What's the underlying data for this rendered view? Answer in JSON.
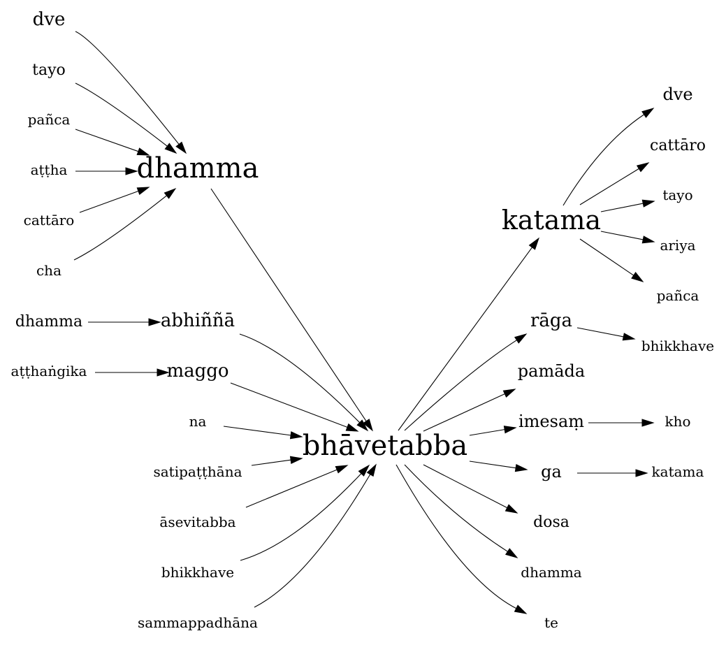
{
  "nodes": {
    "dve_l": "dve",
    "tayo_l": "tayo",
    "panca_l": "pañca",
    "attha": "aṭṭha",
    "cattaro_l": "cattāro",
    "cha": "cha",
    "dhamma_top": "dhamma",
    "dhamma_l": "dhamma",
    "abhinna": "abhiññā",
    "atthangika": "aṭṭhaṅgika",
    "maggo": "maggo",
    "na": "na",
    "satipatthana": "satipaṭṭhāna",
    "asevitabba": "āsevitabba",
    "bhikkhave_l": "bhikkhave",
    "sammappadhana": "sammappadhāna",
    "bhavetabba": "bhāvetabba",
    "katama_r": "katama",
    "dve_r": "dve",
    "cattaro_r": "cattāro",
    "tayo_r": "tayo",
    "ariya": "ariya",
    "panca_r": "pañca",
    "raga": "rāga",
    "bhikkhave_r": "bhikkhave",
    "pamada": "pamāda",
    "imesam": "imesaṃ",
    "kho": "kho",
    "ga": "ga",
    "katama_far": "katama",
    "dosa": "dosa",
    "dhamma_br": "dhamma",
    "te": "te"
  },
  "edges": [
    [
      "dve_l",
      "dhamma_top"
    ],
    [
      "tayo_l",
      "dhamma_top"
    ],
    [
      "panca_l",
      "dhamma_top"
    ],
    [
      "attha",
      "dhamma_top"
    ],
    [
      "cattaro_l",
      "dhamma_top"
    ],
    [
      "cha",
      "dhamma_top"
    ],
    [
      "dhamma_top",
      "bhavetabba"
    ],
    [
      "dhamma_l",
      "abhinna"
    ],
    [
      "atthangika",
      "maggo"
    ],
    [
      "abhinna",
      "bhavetabba"
    ],
    [
      "maggo",
      "bhavetabba"
    ],
    [
      "na",
      "bhavetabba"
    ],
    [
      "satipatthana",
      "bhavetabba"
    ],
    [
      "asevitabba",
      "bhavetabba"
    ],
    [
      "bhikkhave_l",
      "bhavetabba"
    ],
    [
      "sammappadhana",
      "bhavetabba"
    ],
    [
      "bhavetabba",
      "katama_r"
    ],
    [
      "katama_r",
      "dve_r"
    ],
    [
      "katama_r",
      "cattaro_r"
    ],
    [
      "katama_r",
      "tayo_r"
    ],
    [
      "katama_r",
      "ariya"
    ],
    [
      "katama_r",
      "panca_r"
    ],
    [
      "bhavetabba",
      "raga"
    ],
    [
      "raga",
      "bhikkhave_r"
    ],
    [
      "bhavetabba",
      "pamada"
    ],
    [
      "bhavetabba",
      "imesam"
    ],
    [
      "imesam",
      "kho"
    ],
    [
      "bhavetabba",
      "ga"
    ],
    [
      "ga",
      "katama_far"
    ],
    [
      "bhavetabba",
      "dosa"
    ],
    [
      "bhavetabba",
      "dhamma_br"
    ],
    [
      "bhavetabba",
      "te"
    ]
  ]
}
